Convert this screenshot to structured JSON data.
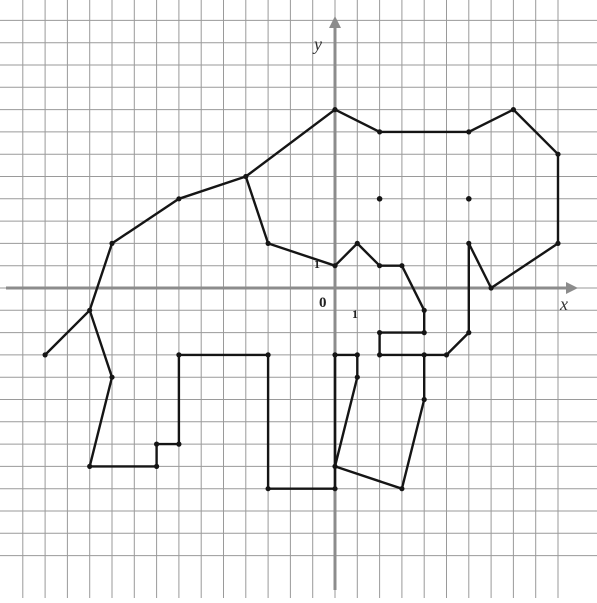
{
  "grid": {
    "x_min": -14,
    "x_max": 10,
    "y_min": -12,
    "y_max": 12,
    "unit": 1
  },
  "axes": {
    "x_label": "x",
    "y_label": "y",
    "origin_label": "0",
    "x_unit_label": "1",
    "y_unit_label": "1"
  },
  "colors": {
    "grid": "#9a9a9a",
    "axis": "#8c8c8c",
    "figure": "#151515"
  },
  "figure": {
    "outline": [
      [
        -13,
        -3
      ],
      [
        -11,
        -1
      ],
      [
        -10,
        2
      ],
      [
        -7,
        4
      ],
      [
        -4,
        5
      ],
      [
        0,
        8
      ],
      [
        2,
        7
      ],
      [
        6,
        7
      ],
      [
        8,
        8
      ],
      [
        10,
        6
      ],
      [
        10,
        2
      ],
      [
        7,
        0
      ],
      [
        6,
        2
      ],
      [
        6,
        -2
      ],
      [
        5,
        -3
      ],
      [
        4,
        -3
      ],
      [
        4,
        -5
      ],
      [
        3,
        -9
      ],
      [
        0,
        -8
      ],
      [
        1,
        -4
      ],
      [
        1,
        -3
      ],
      [
        0,
        -3
      ],
      [
        0,
        -9
      ],
      [
        -3,
        -9
      ],
      [
        -3,
        -3
      ],
      [
        -7,
        -3
      ],
      [
        -7,
        -7
      ],
      [
        -8,
        -7
      ],
      [
        -8,
        -8
      ],
      [
        -11,
        -8
      ],
      [
        -10,
        -4
      ],
      [
        -11,
        -1
      ]
    ],
    "head_line": [
      [
        -4,
        5
      ],
      [
        -3,
        2
      ],
      [
        0,
        1
      ],
      [
        1,
        2
      ],
      [
        2,
        1
      ],
      [
        3,
        1
      ],
      [
        4,
        -1
      ]
    ],
    "trunk_curl": [
      [
        4,
        -1
      ],
      [
        4,
        -2
      ],
      [
        2,
        -2
      ],
      [
        2,
        -3
      ],
      [
        4,
        -3
      ]
    ],
    "eyes": [
      [
        2,
        4
      ],
      [
        6,
        4
      ]
    ],
    "vertex_dots": [
      [
        -13,
        -3
      ],
      [
        -11,
        -1
      ],
      [
        -10,
        2
      ],
      [
        -7,
        4
      ],
      [
        -4,
        5
      ],
      [
        0,
        8
      ],
      [
        2,
        7
      ],
      [
        6,
        7
      ],
      [
        8,
        8
      ],
      [
        10,
        6
      ],
      [
        10,
        2
      ],
      [
        7,
        0
      ],
      [
        6,
        2
      ],
      [
        6,
        -2
      ],
      [
        5,
        -3
      ],
      [
        4,
        -3
      ],
      [
        4,
        -5
      ],
      [
        3,
        -9
      ],
      [
        0,
        -8
      ],
      [
        1,
        -4
      ],
      [
        1,
        -3
      ],
      [
        0,
        -3
      ],
      [
        0,
        -9
      ],
      [
        -3,
        -9
      ],
      [
        -3,
        -3
      ],
      [
        -7,
        -3
      ],
      [
        -7,
        -7
      ],
      [
        -8,
        -7
      ],
      [
        -8,
        -8
      ],
      [
        -11,
        -8
      ],
      [
        -10,
        -4
      ],
      [
        -3,
        2
      ],
      [
        0,
        1
      ],
      [
        1,
        2
      ],
      [
        2,
        1
      ],
      [
        3,
        1
      ],
      [
        4,
        -1
      ],
      [
        4,
        -2
      ],
      [
        2,
        -2
      ],
      [
        2,
        -3
      ]
    ]
  }
}
